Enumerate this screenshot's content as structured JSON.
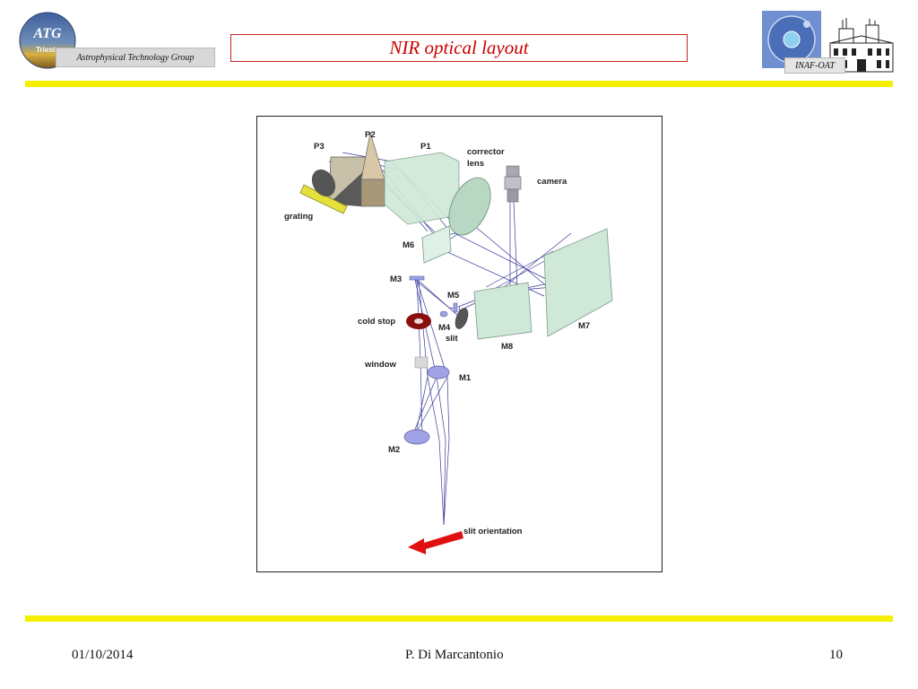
{
  "header": {
    "title": "NIR optical layout",
    "left_logo_text": "ATG",
    "left_logo_subtext": "Trieste",
    "left_label": "Astrophysical Technology Group",
    "right_label": "INAF-OAT"
  },
  "diagram": {
    "labels": {
      "p3": "P3",
      "p2": "P2",
      "p1": "P1",
      "corrector_line1": "corrector",
      "corrector_line2": "lens",
      "camera": "camera",
      "grating": "grating",
      "m6": "M6",
      "m3": "M3",
      "m5": "M5",
      "cold_stop": "cold stop",
      "m4": "M4",
      "slit": "slit",
      "m8": "M8",
      "m7": "M7",
      "window": "window",
      "m1": "M1",
      "m2": "M2",
      "slit_orientation": "slit orientation"
    }
  },
  "footer": {
    "date": "01/10/2014",
    "author": "P. Di Marcantonio",
    "page": "10"
  },
  "colors": {
    "title": "#cc0000",
    "rule": "#f5f000",
    "beam": "#3a3a9a",
    "optic_green": "#cfe8d8",
    "mirror_blue": "#9fa3e6",
    "cold_stop": "#8a1010",
    "arrow": "#e01010"
  }
}
